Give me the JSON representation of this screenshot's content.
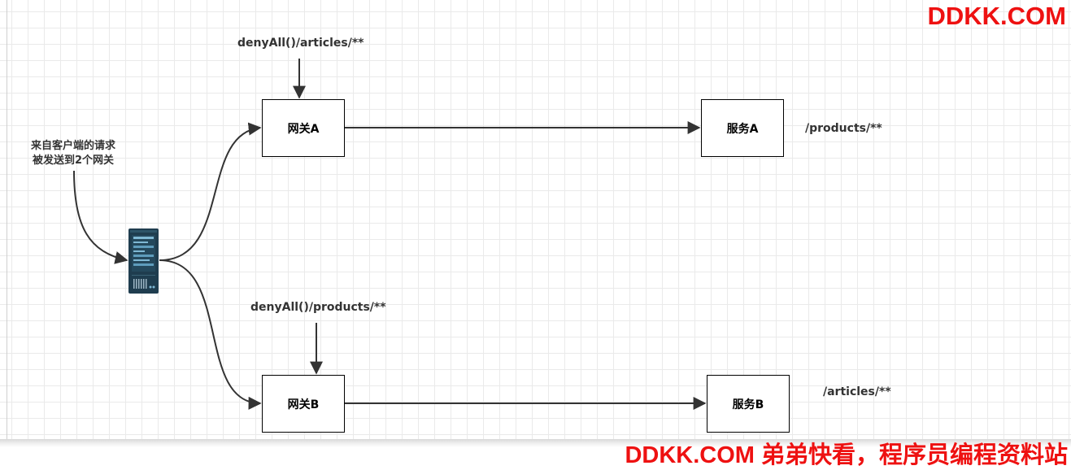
{
  "diagram": {
    "nodes": {
      "gateway_a": "网关A",
      "service_a": "服务A",
      "gateway_b": "网关B",
      "service_b": "服务B"
    },
    "labels": {
      "rule_a": "denyAll()/articles/**",
      "rule_b": "denyAll()/products/**",
      "path_a": "/products/**",
      "path_b": "/articles/**"
    },
    "client_note": {
      "line1": "来自客户端的请求",
      "line2": "被发送到2个网关"
    }
  },
  "watermark": {
    "top": "DDKK.COM",
    "bottom": "DDKK.COM 弟弟快看，程序员编程资料站",
    "color": "#ee1111"
  },
  "colors": {
    "edge": "#333333",
    "node_border": "#000000",
    "server_body": "#1f3d4f"
  }
}
